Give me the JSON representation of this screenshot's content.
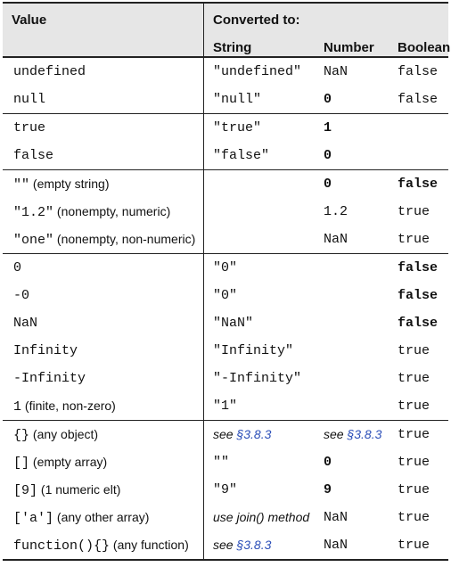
{
  "headers": {
    "value": "Value",
    "converted_to": "Converted to:",
    "string": "String",
    "number": "Number",
    "boolean": "Boolean"
  },
  "groups": [
    [
      {
        "value": "undefined",
        "desc": "",
        "str": "\"undefined\"",
        "num": "NaN",
        "bool": "false"
      },
      {
        "value": "null",
        "desc": "",
        "str": "\"null\"",
        "num": "0",
        "bool": "false"
      }
    ],
    [
      {
        "value": "true",
        "desc": "",
        "str": "\"true\"",
        "num": "1",
        "bool": ""
      },
      {
        "value": "false",
        "desc": "",
        "str": "\"false\"",
        "num": "0",
        "bool": ""
      }
    ],
    [
      {
        "value": "\"\"",
        "desc": " (empty string)",
        "str": "",
        "num": "0",
        "bool": "false"
      },
      {
        "value": "\"1.2\"",
        "desc": " (nonempty, numeric)",
        "str": "",
        "num": "1.2",
        "bool": "true"
      },
      {
        "value": "\"one\"",
        "desc": " (nonempty, non-numeric)",
        "str": "",
        "num": "NaN",
        "bool": "true"
      }
    ],
    [
      {
        "value": "0",
        "desc": "",
        "str": "\"0\"",
        "num": "",
        "bool": "false"
      },
      {
        "value": "-0",
        "desc": "",
        "str": "\"0\"",
        "num": "",
        "bool": "false"
      },
      {
        "value": "NaN",
        "desc": "",
        "str": "\"NaN\"",
        "num": "",
        "bool": "false"
      },
      {
        "value": "Infinity",
        "desc": "",
        "str": "\"Infinity\"",
        "num": "",
        "bool": "true"
      },
      {
        "value": "-Infinity",
        "desc": "",
        "str": "\"-Infinity\"",
        "num": "",
        "bool": "true"
      },
      {
        "value": "1",
        "desc": " (finite, non-zero)",
        "str": "\"1\"",
        "num": "",
        "bool": "true"
      }
    ],
    [
      {
        "value": "{}",
        "desc": " (any object)",
        "str_prefix": "see ",
        "str_link": "§3.8.3",
        "num_prefix": "see ",
        "num_link": "§3.8.3",
        "bool": "true"
      },
      {
        "value": "[]",
        "desc": " (empty array)",
        "str": "\"\"",
        "num": "0",
        "bool": "true"
      },
      {
        "value": "[9]",
        "desc": " (1 numeric elt)",
        "str": "\"9\"",
        "num": "9",
        "bool": "true"
      },
      {
        "value": "['a']",
        "desc": " (any other array)",
        "str_ital": "use join() method",
        "num": "NaN",
        "bool": "true"
      },
      {
        "value": "function(){}",
        "desc": " (any function)",
        "str_prefix": "see ",
        "str_link": "§3.8.3",
        "num": "NaN",
        "bool": "true"
      }
    ]
  ]
}
